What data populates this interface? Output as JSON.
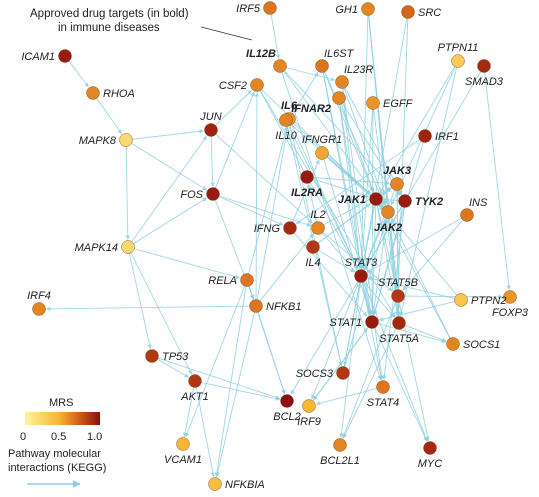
{
  "annotation": {
    "line1": "Approved drug targets (in bold)",
    "line2": "in immune diseases"
  },
  "legend": {
    "title": "MRS",
    "ticks": [
      "0",
      "0.5",
      "1.0"
    ],
    "colors": [
      "#fff4a0",
      "#f7b733",
      "#d4651a",
      "#8b0d0d"
    ],
    "edge_caption_1": "Pathway molecular",
    "edge_caption_2": "interactions (KEGG)"
  },
  "colors": {
    "edge": "#8fd0e0"
  },
  "nodes": [
    {
      "id": "IRF5",
      "label": "IRF5",
      "mrs": 0.65,
      "bold": false
    },
    {
      "id": "GH1",
      "label": "GH1",
      "mrs": 0.6,
      "bold": false
    },
    {
      "id": "SRC",
      "label": "SRC",
      "mrs": 0.7,
      "bold": false
    },
    {
      "id": "ICAM1",
      "label": "ICAM1",
      "mrs": 0.95,
      "bold": false
    },
    {
      "id": "IL12B",
      "label": "IL12B",
      "mrs": 0.6,
      "bold": true
    },
    {
      "id": "IL6ST",
      "label": "IL6ST",
      "mrs": 0.65,
      "bold": false
    },
    {
      "id": "PTPN11",
      "label": "PTPN11",
      "mrs": 0.3,
      "bold": false
    },
    {
      "id": "SMAD3",
      "label": "SMAD3",
      "mrs": 0.9,
      "bold": false
    },
    {
      "id": "RHOA",
      "label": "RHOA",
      "mrs": 0.6,
      "bold": false
    },
    {
      "id": "CSF2",
      "label": "CSF2",
      "mrs": 0.6,
      "bold": false
    },
    {
      "id": "IL23R",
      "label": "IL23R",
      "mrs": 0.6,
      "bold": false
    },
    {
      "id": "IL6",
      "label": "IL6",
      "mrs": 0.55,
      "bold": true
    },
    {
      "id": "IFNAR2",
      "label": "IFNAR2",
      "mrs": 0.6,
      "bold": true
    },
    {
      "id": "EGFF",
      "label": "EGFF",
      "mrs": 0.55,
      "bold": false
    },
    {
      "id": "JUN",
      "label": "JUN",
      "mrs": 0.92,
      "bold": false
    },
    {
      "id": "MAPK8",
      "label": "MAPK8",
      "mrs": 0.2,
      "bold": false
    },
    {
      "id": "IL10",
      "label": "IL10",
      "mrs": 0.6,
      "bold": false
    },
    {
      "id": "IFNGR1",
      "label": "IFNGR1",
      "mrs": 0.5,
      "bold": false
    },
    {
      "id": "IRF1",
      "label": "IRF1",
      "mrs": 0.92,
      "bold": false
    },
    {
      "id": "JAK3",
      "label": "JAK3",
      "mrs": 0.6,
      "bold": true
    },
    {
      "id": "FOS",
      "label": "FOS",
      "mrs": 0.95,
      "bold": false
    },
    {
      "id": "IL2RA",
      "label": "IL2RA",
      "mrs": 0.95,
      "bold": true
    },
    {
      "id": "JAK1",
      "label": "JAK1",
      "mrs": 0.95,
      "bold": true
    },
    {
      "id": "TYK2",
      "label": "TYK2",
      "mrs": 0.95,
      "bold": true
    },
    {
      "id": "INS",
      "label": "INS",
      "mrs": 0.65,
      "bold": false
    },
    {
      "id": "IL2",
      "label": "IL2",
      "mrs": 0.6,
      "bold": false
    },
    {
      "id": "IFNG",
      "label": "IFNG",
      "mrs": 0.9,
      "bold": false
    },
    {
      "id": "JAK2",
      "label": "JAK2",
      "mrs": 0.6,
      "bold": true
    },
    {
      "id": "MAPK14",
      "label": "MAPK14",
      "mrs": 0.2,
      "bold": false
    },
    {
      "id": "IL4",
      "label": "IL4",
      "mrs": 0.85,
      "bold": false
    },
    {
      "id": "STAT3",
      "label": "STAT3",
      "mrs": 0.95,
      "bold": false
    },
    {
      "id": "RELA",
      "label": "RELA",
      "mrs": 0.65,
      "bold": false
    },
    {
      "id": "STAT5B",
      "label": "STAT5B",
      "mrs": 0.85,
      "bold": false
    },
    {
      "id": "PTPN2",
      "label": "PTPN2",
      "mrs": 0.35,
      "bold": false
    },
    {
      "id": "IRF4",
      "label": "IRF4",
      "mrs": 0.6,
      "bold": false
    },
    {
      "id": "NFKB1",
      "label": "NFKB1",
      "mrs": 0.65,
      "bold": false
    },
    {
      "id": "FOXP3",
      "label": "FOXP3",
      "mrs": 0.55,
      "bold": false
    },
    {
      "id": "STAT1",
      "label": "STAT1",
      "mrs": 0.95,
      "bold": false
    },
    {
      "id": "STAT5A",
      "label": "STAT5A",
      "mrs": 0.9,
      "bold": false
    },
    {
      "id": "TP53",
      "label": "TP53",
      "mrs": 0.85,
      "bold": false
    },
    {
      "id": "SOCS1",
      "label": "SOCS1",
      "mrs": 0.6,
      "bold": false
    },
    {
      "id": "SOCS3",
      "label": "SOCS3",
      "mrs": 0.85,
      "bold": false
    },
    {
      "id": "AKT1",
      "label": "AKT1",
      "mrs": 0.85,
      "bold": false
    },
    {
      "id": "STAT4",
      "label": "STAT4",
      "mrs": 0.65,
      "bold": false
    },
    {
      "id": "BCL2",
      "label": "BCL2",
      "mrs": 1.0,
      "bold": false
    },
    {
      "id": "IRF9",
      "label": "IRF9",
      "mrs": 0.45,
      "bold": false
    },
    {
      "id": "VCAM1",
      "label": "VCAM1",
      "mrs": 0.45,
      "bold": false
    },
    {
      "id": "BCL2L1",
      "label": "BCL2L1",
      "mrs": 0.6,
      "bold": false
    },
    {
      "id": "MYC",
      "label": "MYC",
      "mrs": 0.9,
      "bold": false
    },
    {
      "id": "NFKBIA",
      "label": "NFKBIA",
      "mrs": 0.4,
      "bold": false
    }
  ],
  "edges": [
    [
      "ICAM1",
      "RHOA"
    ],
    [
      "RHOA",
      "MAPK8"
    ],
    [
      "MAPK8",
      "MAPK14"
    ],
    [
      "MAPK8",
      "JUN"
    ],
    [
      "MAPK8",
      "FOS"
    ],
    [
      "MAPK14",
      "FOS"
    ],
    [
      "MAPK14",
      "TP53"
    ],
    [
      "MAPK14",
      "RELA"
    ],
    [
      "MAPK14",
      "JUN"
    ],
    [
      "MAPK14",
      "AKT1"
    ],
    [
      "JUN",
      "FOS"
    ],
    [
      "JUN",
      "IL2"
    ],
    [
      "JUN",
      "CSF2"
    ],
    [
      "FOS",
      "IL2"
    ],
    [
      "FOS",
      "IFNG"
    ],
    [
      "FOS",
      "CSF2"
    ],
    [
      "IL12B",
      "IL12B"
    ],
    [
      "IL12B",
      "IL23R"
    ],
    [
      "IL12B",
      "JAK2"
    ],
    [
      "IL12B",
      "TYK2"
    ],
    [
      "IL12B",
      "STAT4"
    ],
    [
      "IL6",
      "IL6ST"
    ],
    [
      "IL6",
      "JAK1"
    ],
    [
      "IL6",
      "STAT3"
    ],
    [
      "IL6ST",
      "JAK1"
    ],
    [
      "IL6ST",
      "JAK2"
    ],
    [
      "IL6ST",
      "STAT3"
    ],
    [
      "IL23R",
      "JAK2"
    ],
    [
      "IL23R",
      "STAT3"
    ],
    [
      "IL23R",
      "TYK2"
    ],
    [
      "IFNAR2",
      "JAK1"
    ],
    [
      "IFNAR2",
      "TYK2"
    ],
    [
      "IFNAR2",
      "STAT1"
    ],
    [
      "IFNGR1",
      "JAK1"
    ],
    [
      "IFNGR1",
      "JAK2"
    ],
    [
      "IFNGR1",
      "STAT1"
    ],
    [
      "IFNG",
      "IFNGR1"
    ],
    [
      "IL10",
      "JAK1"
    ],
    [
      "IL10",
      "STAT3"
    ],
    [
      "IL2RA",
      "JAK1"
    ],
    [
      "IL2RA",
      "JAK3"
    ],
    [
      "IL2",
      "IL2RA"
    ],
    [
      "IL2",
      "JAK3"
    ],
    [
      "IL4",
      "JAK1"
    ],
    [
      "IL4",
      "JAK3"
    ],
    [
      "CSF2",
      "JAK2"
    ],
    [
      "CSF2",
      "STAT5A"
    ],
    [
      "EGFF",
      "STAT3"
    ],
    [
      "EGFF",
      "STAT1"
    ],
    [
      "GH1",
      "JAK2"
    ],
    [
      "GH1",
      "STAT5B"
    ],
    [
      "GH1",
      "STAT5A"
    ],
    [
      "GH1",
      "STAT3"
    ],
    [
      "SRC",
      "STAT3"
    ],
    [
      "SRC",
      "STAT5B"
    ],
    [
      "PTPN11",
      "JAK1"
    ],
    [
      "PTPN11",
      "JAK2"
    ],
    [
      "SMAD3",
      "FOXP3"
    ],
    [
      "IRF5",
      "IL12B"
    ],
    [
      "IRF1",
      "STAT1"
    ],
    [
      "INS",
      "STAT5B"
    ],
    [
      "INS",
      "STAT3"
    ],
    [
      "JAK1",
      "STAT1"
    ],
    [
      "JAK1",
      "STAT3"
    ],
    [
      "JAK1",
      "STAT5A"
    ],
    [
      "JAK1",
      "STAT5B"
    ],
    [
      "JAK2",
      "STAT1"
    ],
    [
      "JAK2",
      "STAT3"
    ],
    [
      "JAK2",
      "STAT5A"
    ],
    [
      "JAK2",
      "STAT5B"
    ],
    [
      "JAK3",
      "STAT5A"
    ],
    [
      "JAK3",
      "STAT5B"
    ],
    [
      "JAK3",
      "STAT3"
    ],
    [
      "TYK2",
      "STAT1"
    ],
    [
      "TYK2",
      "STAT3"
    ],
    [
      "TYK2",
      "STAT4"
    ],
    [
      "PTPN2",
      "JAK1"
    ],
    [
      "PTPN2",
      "STAT1"
    ],
    [
      "PTPN2",
      "STAT3"
    ],
    [
      "STAT3",
      "SOCS3"
    ],
    [
      "STAT3",
      "MYC"
    ],
    [
      "STAT3",
      "BCL2"
    ],
    [
      "STAT3",
      "BCL2L1"
    ],
    [
      "STAT1",
      "SOCS1"
    ],
    [
      "STAT1",
      "IRF9"
    ],
    [
      "STAT5A",
      "BCL2L1"
    ],
    [
      "STAT5B",
      "FOXP3"
    ],
    [
      "STAT5A",
      "SOCS1"
    ],
    [
      "STAT5B",
      "MYC"
    ],
    [
      "STAT4",
      "IRF9"
    ],
    [
      "SOCS1",
      "JAK1"
    ],
    [
      "SOCS3",
      "JAK2"
    ],
    [
      "SOCS1",
      "JAK2"
    ],
    [
      "SOCS3",
      "STAT3"
    ],
    [
      "IRF9",
      "STAT1"
    ],
    [
      "RELA",
      "NFKB1"
    ],
    [
      "RELA",
      "IL6"
    ],
    [
      "RELA",
      "NFKBIA"
    ],
    [
      "NFKB1",
      "NFKBIA"
    ],
    [
      "NFKB1",
      "BCL2"
    ],
    [
      "NFKB1",
      "IRF4"
    ],
    [
      "NFKB1",
      "IL2"
    ],
    [
      "NFKB1",
      "IL6"
    ],
    [
      "NFKB1",
      "CSF2"
    ],
    [
      "RELA",
      "BCL2"
    ],
    [
      "TP53",
      "BCL2"
    ],
    [
      "TP53",
      "AKT1"
    ],
    [
      "AKT1",
      "VCAM1"
    ],
    [
      "AKT1",
      "BCL2"
    ],
    [
      "AKT1",
      "NFKBIA"
    ],
    [
      "RELA",
      "VCAM1"
    ],
    [
      "FOS",
      "NFKB1"
    ],
    [
      "IFNG",
      "STAT1"
    ],
    [
      "IL2",
      "STAT5A"
    ],
    [
      "IL2",
      "STAT5B"
    ],
    [
      "IL4",
      "STAT3"
    ],
    [
      "IL10",
      "SOCS3"
    ],
    [
      "IL6",
      "SOCS3"
    ],
    [
      "EGFF",
      "STAT5A"
    ],
    [
      "IL6ST",
      "STAT1"
    ],
    [
      "IFNAR2",
      "STAT3"
    ],
    [
      "IL23R",
      "STAT4"
    ],
    [
      "CSF2",
      "STAT3"
    ],
    [
      "STAT3",
      "STAT4"
    ],
    [
      "STAT1",
      "MYC"
    ],
    [
      "STAT5B",
      "BCL2L1"
    ],
    [
      "STAT3",
      "IRF9"
    ],
    [
      "SMAD3",
      "STAT3"
    ],
    [
      "PTPN11",
      "STAT5A"
    ],
    [
      "IRF1",
      "IFNG"
    ],
    [
      "JAK3",
      "JAK1"
    ],
    [
      "TYK2",
      "JAK1"
    ],
    [
      "STAT5A",
      "STAT5B"
    ],
    [
      "STAT3",
      "STAT1"
    ]
  ]
}
